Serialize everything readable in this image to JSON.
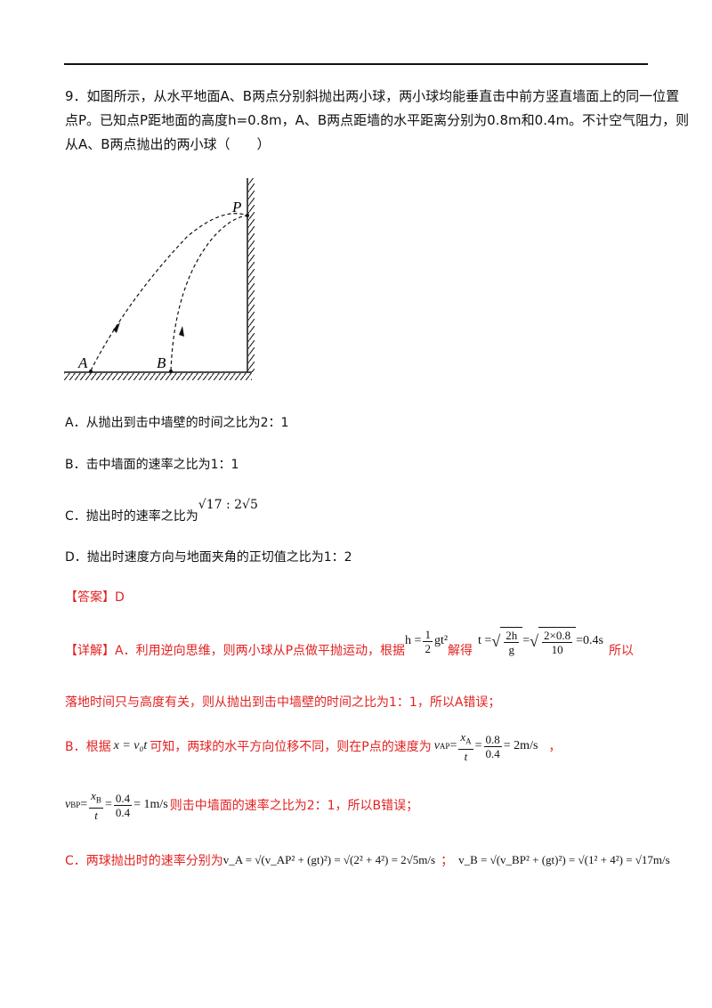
{
  "question": {
    "line1": "9．如图所示，从水平地面A、B两点分别斜抛出两小球，两小球均能垂直击中前方竖直墙面上的同一位置",
    "line2": "点P。已知点P距地面的高度h=0.8m，A、B两点距墙的水平距离分别为0.8m和0.4m。不计空气阻力，则",
    "line3": "从A、B两点抛出的两小球（　　）"
  },
  "figure": {
    "label_p": "P",
    "label_a": "A",
    "label_b": "B"
  },
  "options": {
    "a": "A．从抛出到击中墙壁的时间之比为2：1",
    "b": "B．击中墙面的速率之比为1：1",
    "c_prefix": "C．抛出时的速率之比为",
    "c_math": "√17 : 2√5",
    "d": "D．抛出时速度方向与地面夹角的正切值之比为1：2"
  },
  "answer": "【答案】D",
  "explain": {
    "l1_a": "【详解】A．利用逆向思维，则两小球从P点做平抛运动，根据",
    "l1_b": "解得",
    "l1_c": "所以",
    "l2": "落地时间只与高度有关，则从抛出到击中墙壁的时间之比为1：1，所以A错误；",
    "l3_a": "B．根据",
    "l3_b": "可知，两球的水平方向位移不同，则在P点的速度为",
    "l3_c": "，",
    "l4": "则击中墙面的速率之比为2：1，所以B错误；",
    "l5_a": "C．两球抛出时的速率分别为",
    "l5_b": "；"
  },
  "formulas": {
    "h_lhs": "h =",
    "half_num": "1",
    "half_den": "2",
    "h_tail": "gt²",
    "t_lhs": "t =",
    "t_num1": "2h",
    "t_den1": "g",
    "t_num2": "2×0.8",
    "t_den2": "10",
    "t_res": "=0.4s",
    "x_eq": "x = v₀t",
    "vap_lhs": "v",
    "vap_sub": "AP",
    "vap_num": "x",
    "vap_numsub": "A",
    "vap_den": "t",
    "vap_num2": "0.8",
    "vap_den2": "0.4",
    "vap_res": "= 2m/s",
    "vbp_lhs": "v",
    "vbp_sub": "BP",
    "vbp_num": "x",
    "vbp_numsub": "B",
    "vbp_den": "t",
    "vbp_num2": "0.4",
    "vbp_den2": "0.4",
    "vbp_res": "= 1m/s",
    "va_expr": "v_A = √(v_AP² + (gt)²) = √(2² + 4²) = 2√5m/s",
    "vb_expr": "v_B = √(v_BP² + (gt)²) = √(1² + 4²) = √17m/s"
  }
}
